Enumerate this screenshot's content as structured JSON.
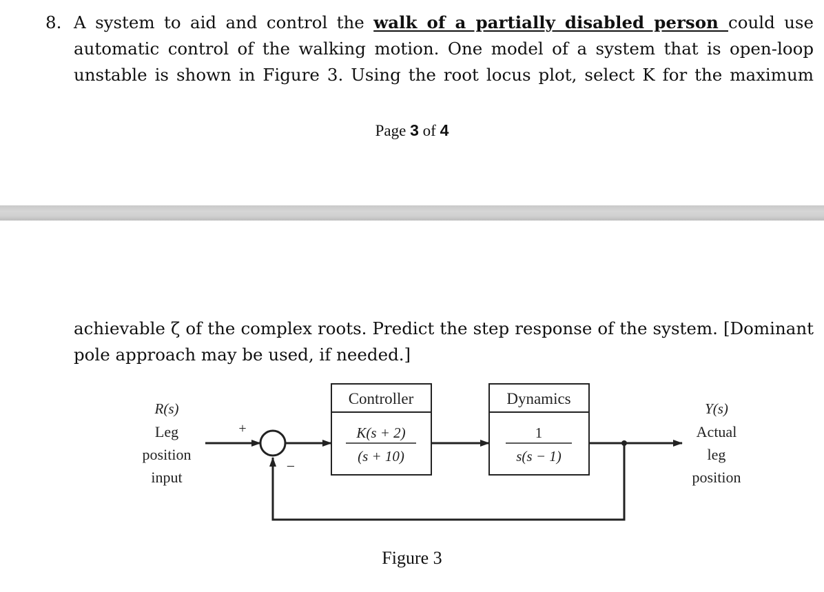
{
  "question": {
    "number": "8.",
    "lead": "A system to aid and control the ",
    "emphasis": "walk of a partially disabled person ",
    "line1_tail": "could use",
    "line2": "automatic control of the walking motion. One model of a system that is open-loop",
    "line3": "unstable is shown in Figure 3. Using the root locus plot, select K for the maximum",
    "line4": "achievable ζ of the complex roots. Predict the step response of the system. [Dominant",
    "line5": "pole approach may be used, if needed.]"
  },
  "page_footer": {
    "prefix": "Page ",
    "current": "3",
    "middle": " of ",
    "total": "4"
  },
  "diagram": {
    "input": {
      "symbol": "R(s)",
      "line1": "Leg",
      "line2": "position",
      "line3": "input"
    },
    "plus_sign": "+",
    "minus_sign": "−",
    "controller": {
      "title": "Controller",
      "numerator": "K(s + 2)",
      "denominator": "(s + 10)"
    },
    "dynamics": {
      "title": "Dynamics",
      "numerator": "1",
      "denominator": "s(s − 1)"
    },
    "output": {
      "symbol": "Y(s)",
      "line1": "Actual",
      "line2": "leg",
      "line3": "position"
    }
  },
  "figure_caption": "Figure 3"
}
